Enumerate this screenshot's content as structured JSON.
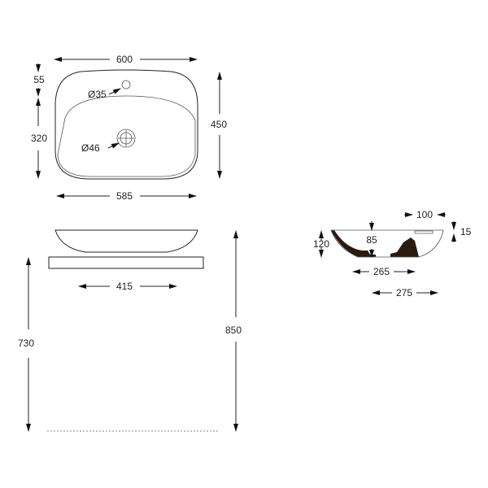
{
  "top_view": {
    "width": "600",
    "depth": "450",
    "inner_width": "585",
    "tap_offset": "55",
    "bowl_depth": "320",
    "tap_hole": "Ø35",
    "drain": "Ø46"
  },
  "side_view": {
    "counter_width": "415",
    "counter_height": "730",
    "total_height": "850"
  },
  "section_view": {
    "rim_width": "100",
    "rim_height": "15",
    "height": "120",
    "inner_depth": "85",
    "base_width": "265",
    "half_width": "275"
  }
}
